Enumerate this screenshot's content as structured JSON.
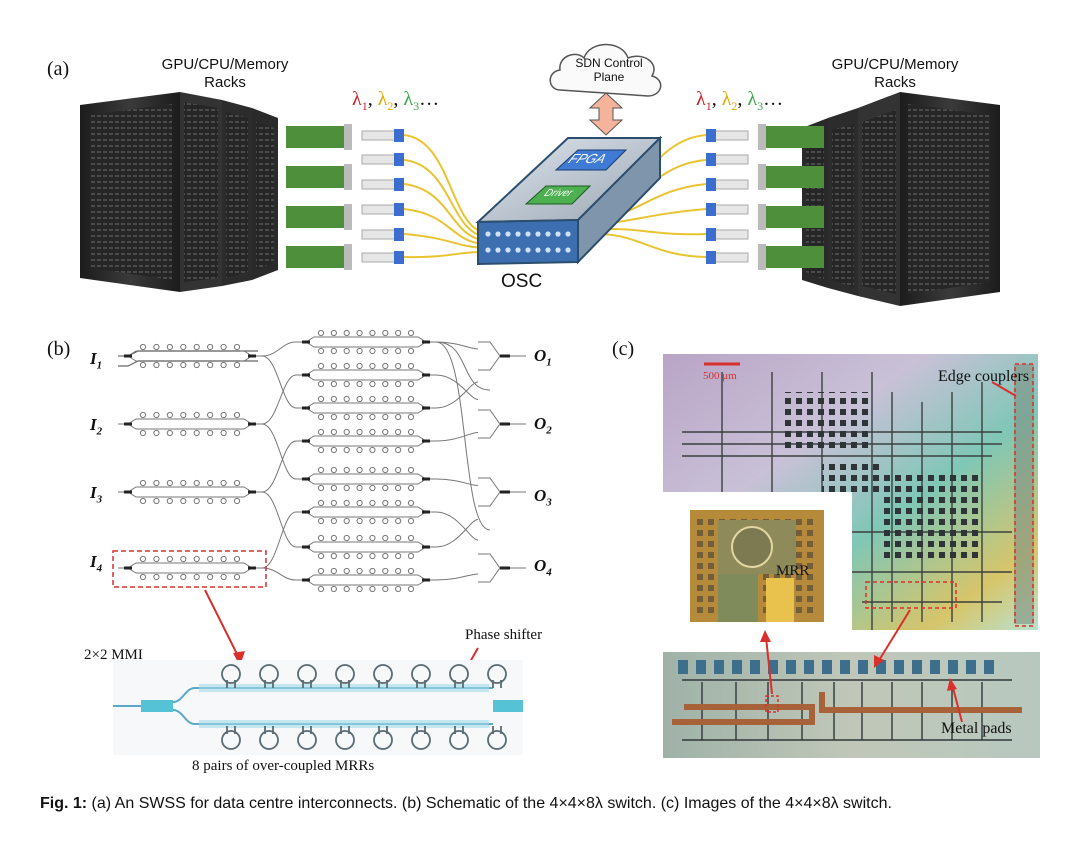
{
  "panel_a": {
    "label": "(a)",
    "rack_title_left": [
      "GPU/CPU/Memory",
      "Racks"
    ],
    "rack_title_right": [
      "GPU/CPU/Memory",
      "Racks"
    ],
    "wavelengths": [
      {
        "symbol": "λ",
        "sub": "1",
        "color": "#c8232c"
      },
      {
        "symbol": "λ",
        "sub": "2",
        "color": "#e0a800"
      },
      {
        "symbol": "λ",
        "sub": "3",
        "color": "#3aa848"
      }
    ],
    "ellipsis": "…",
    "sdn_label": [
      "SDN Control",
      "Plane"
    ],
    "fpga_label": "FPGA",
    "driver_label": "Driver",
    "osc_label": "OSC"
  },
  "panel_b": {
    "label": "(b)",
    "inputs": [
      {
        "letter": "I",
        "sub": "1"
      },
      {
        "letter": "I",
        "sub": "2"
      },
      {
        "letter": "I",
        "sub": "3"
      },
      {
        "letter": "I",
        "sub": "4"
      }
    ],
    "outputs": [
      {
        "letter": "O",
        "sub": "1"
      },
      {
        "letter": "O",
        "sub": "2"
      },
      {
        "letter": "O",
        "sub": "3"
      },
      {
        "letter": "O",
        "sub": "4"
      }
    ],
    "mmi_label": "2×2 MMI",
    "phase_shifter_label": "Phase shifter",
    "mrr_pairs_label": "8 pairs of over-coupled MRRs"
  },
  "panel_c": {
    "label": "(c)",
    "scale_bar": "500 μm",
    "edge_couplers_label": "Edge couplers",
    "mrr_label": "MRR",
    "metal_pads_label": "Metal pads"
  },
  "caption": {
    "prefix": "Fig. 1:",
    "text": " (a) An SWSS for data centre interconnects. (b) Schematic of the 4×4×8λ switch. (c) Images of the 4×4×8λ switch."
  },
  "colors": {
    "fiber": "#e9c431",
    "annotation_red": "#d9302c",
    "rack": "#2e2e2e",
    "nic_green": "#4d8f3a",
    "arrow_fill": "#f4b39a"
  }
}
